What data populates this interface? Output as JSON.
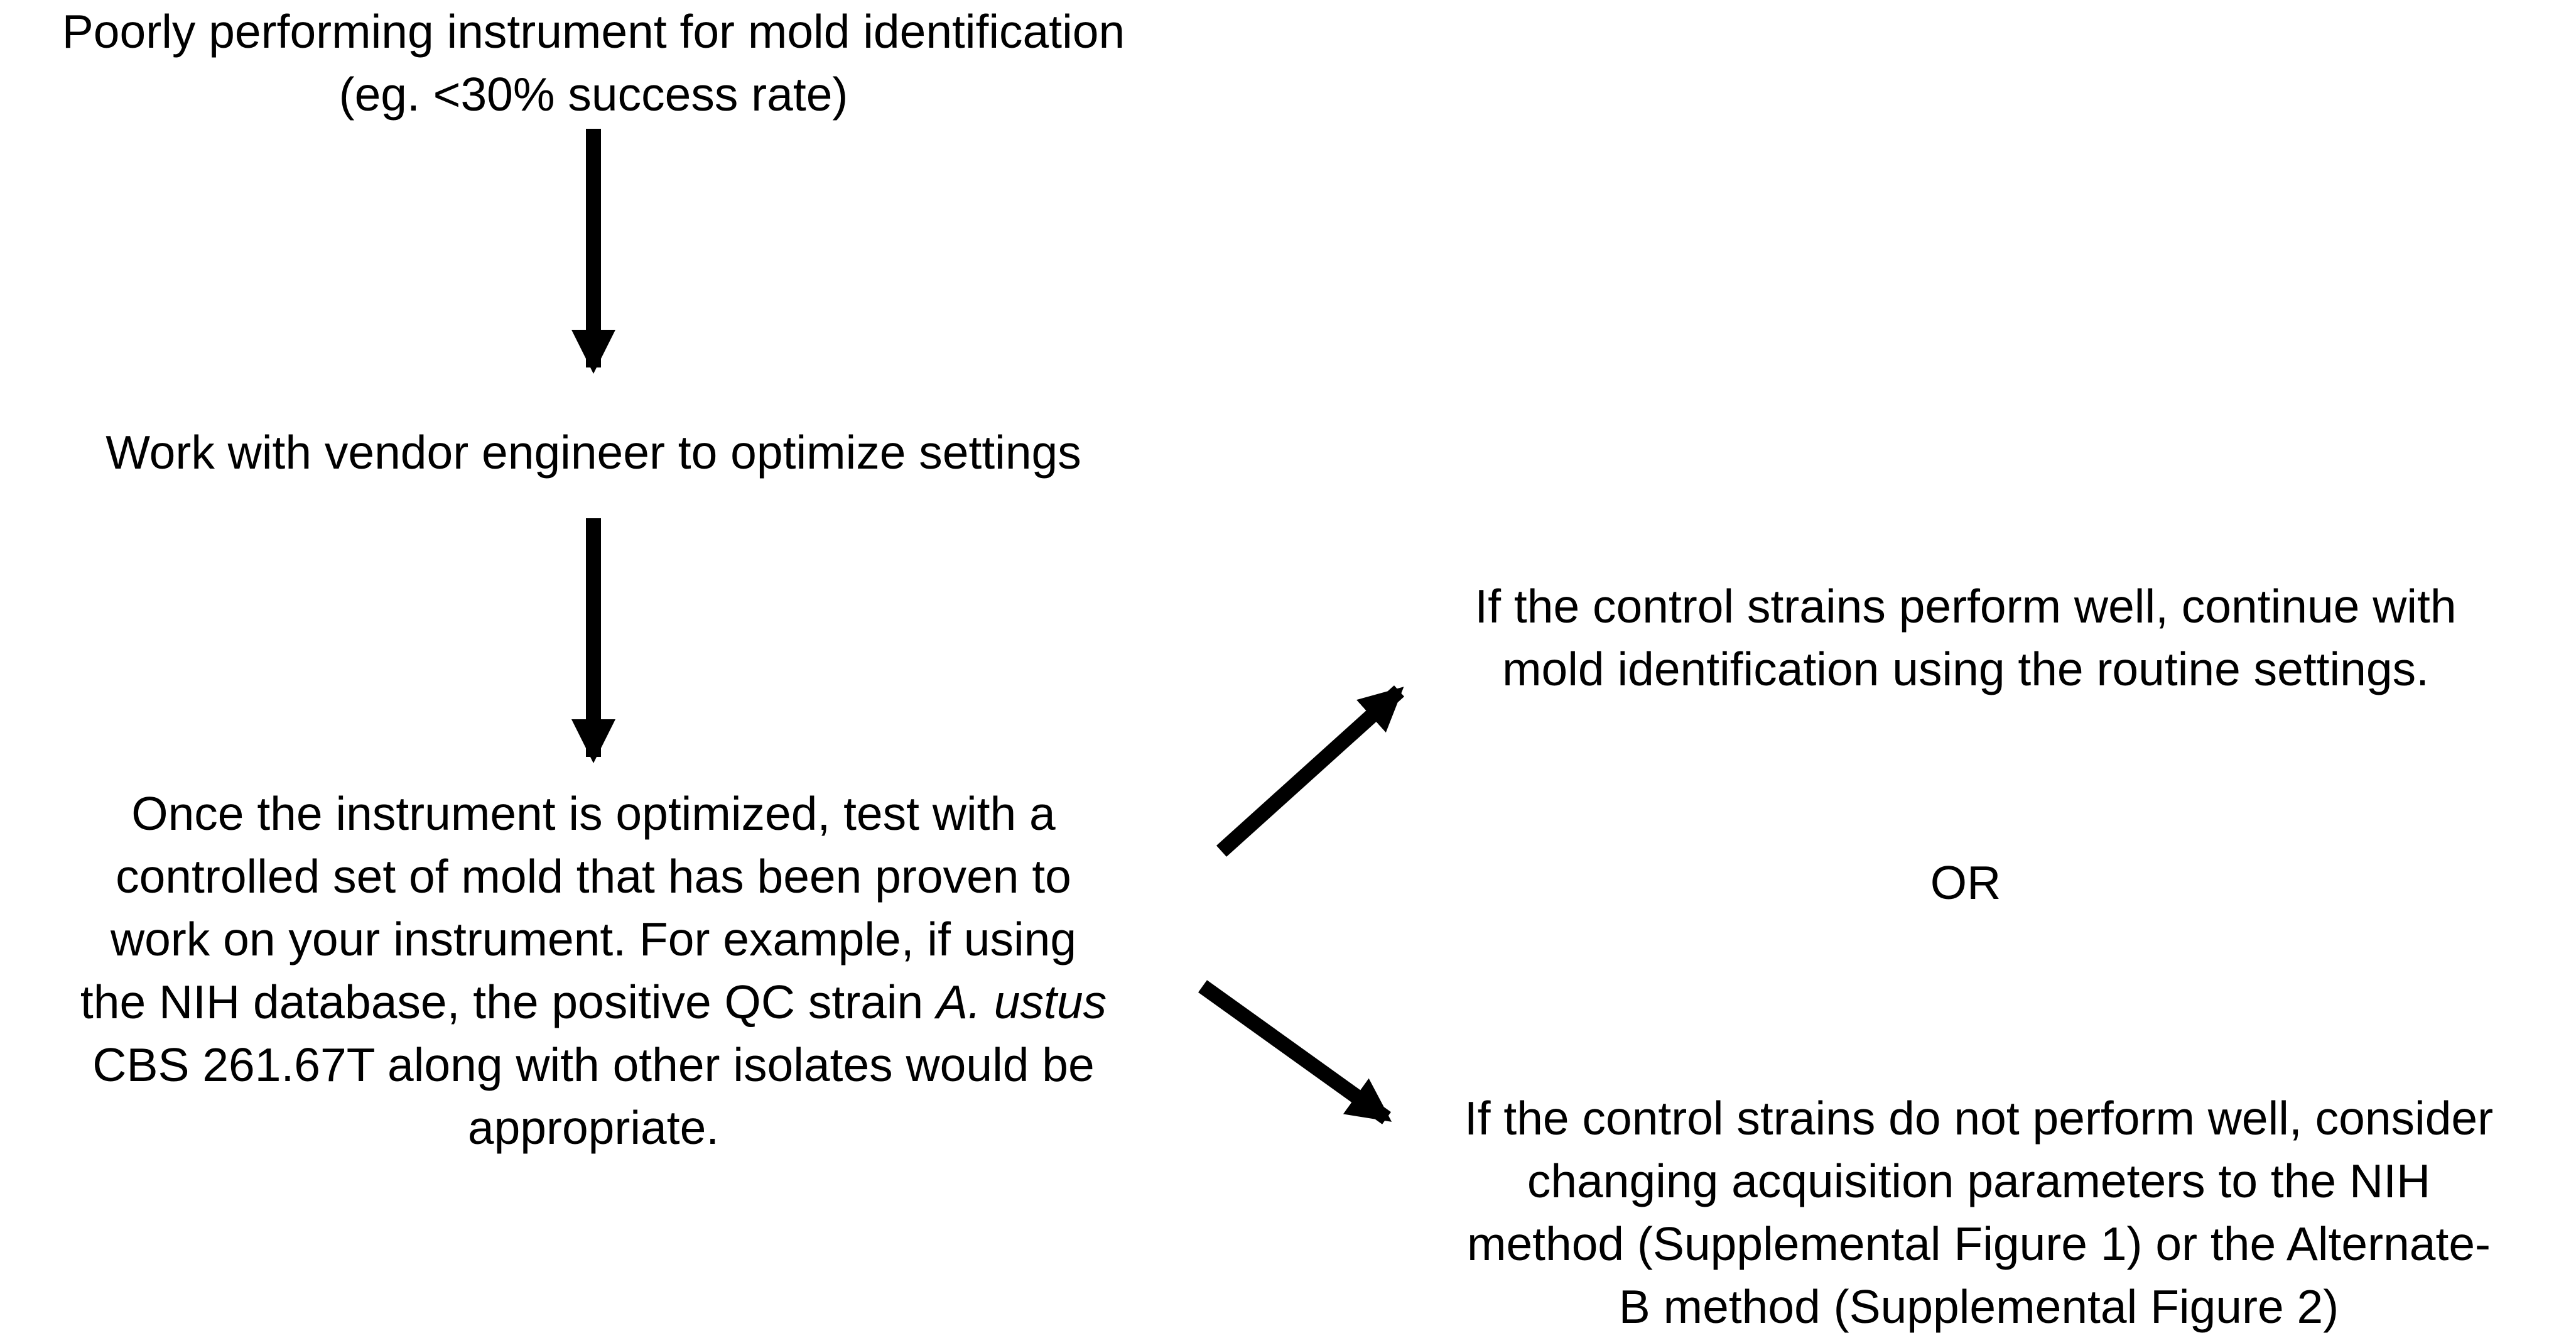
{
  "nodes": {
    "start": {
      "line1": "Poorly performing instrument for mold identification",
      "line2": "(eg. <30% success rate)"
    },
    "vendor": {
      "line1": "Work with vendor engineer to optimize settings"
    },
    "test": {
      "line1": "Once the instrument is optimized, test with a",
      "line2": "controlled set of mold that has been proven to",
      "line3": "work on your instrument. For example, if using",
      "line4_pre": "the NIH database, the positive QC strain ",
      "line4_italic": "A. ustus",
      "line5": "CBS 261.67T along with other isolates would be",
      "line6": "appropriate."
    },
    "success": {
      "line1": "If the control strains perform well, continue with",
      "line2": "mold identification using the routine settings."
    },
    "or": {
      "label": "OR"
    },
    "fail": {
      "line1": "If the control strains do not perform well, consider",
      "line2": "changing acquisition parameters to the NIH",
      "line3": "method (Supplemental Figure 1) or the Alternate-",
      "line4": "B method (Supplemental Figure 2)"
    }
  },
  "style": {
    "arrow_color": "#000000",
    "text_color": "#000000",
    "background": "#ffffff"
  }
}
